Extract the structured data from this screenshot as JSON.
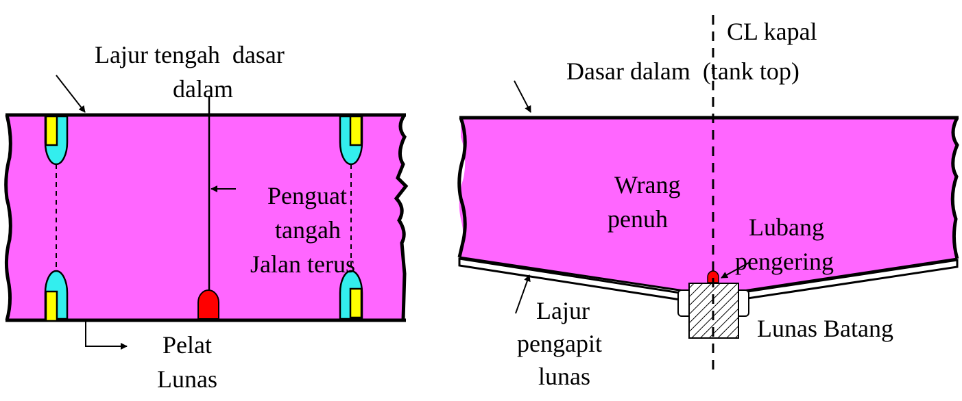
{
  "colors": {
    "web_fill": "#ff66ff",
    "opening_fill": "#33eeee",
    "stiffener_fill": "#ffff00",
    "drain_hole_fill": "#ff0000",
    "outline": "#000000",
    "background": "#ffffff"
  },
  "left_diagram": {
    "labels": {
      "center_girder_line1": "Lajur tengah  dasar",
      "center_girder_line2": "dalam",
      "stiffener_line1": "Penguat",
      "stiffener_line2": "tangah",
      "stiffener_line3": "Jalan terus",
      "keel_plate_line1": "Pelat",
      "keel_plate_line2": "Lunas"
    }
  },
  "right_diagram": {
    "labels": {
      "centerline": "CL kapal",
      "inner_bottom": "Dasar dalam  (tank top)",
      "floor_line1": "Wrang",
      "floor_line2": "penuh",
      "drain_hole_line1": "Lubang",
      "drain_hole_line2": "pengering",
      "bar_keel": "Lunas Batang",
      "garboard_line1": "Lajur",
      "garboard_line2": "pengapit",
      "garboard_line3": "lunas"
    }
  }
}
